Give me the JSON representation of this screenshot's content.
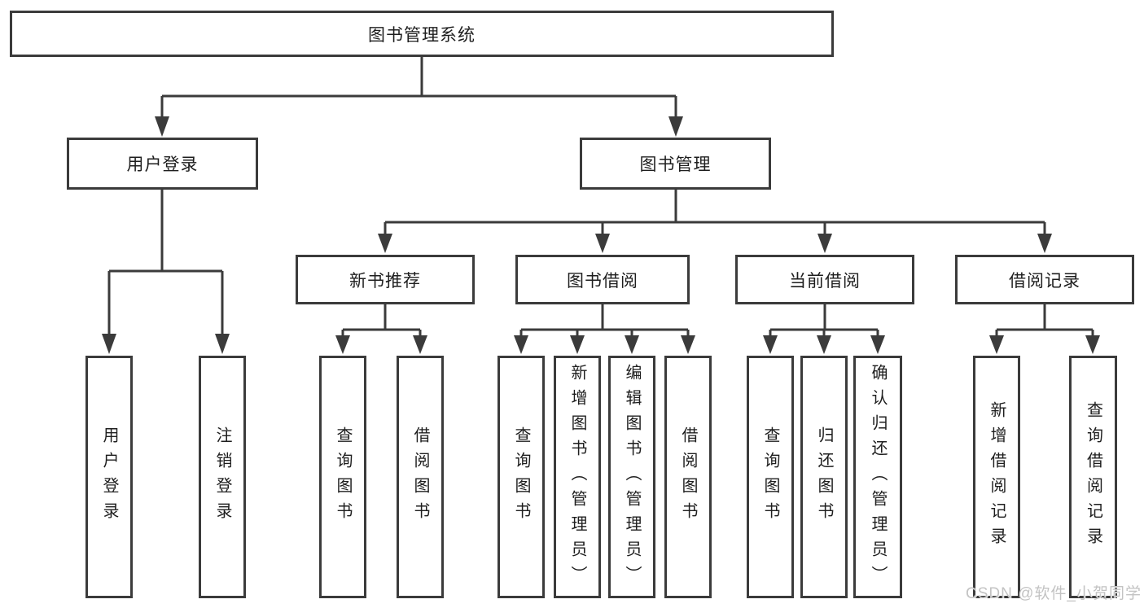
{
  "colors": {
    "line": "#3b3b3b",
    "text": "#1e1e1e",
    "box_background": "#ffffff",
    "watermark_text": "#c3c3c3"
  },
  "watermark": "CSDN @软件_小贺同学",
  "tree": {
    "root": {
      "label": "图书管理系统"
    },
    "user_login": {
      "label": "用户登录",
      "children": {
        "login": {
          "label": "用户登录"
        },
        "logout": {
          "label": "注销登录"
        }
      }
    },
    "book_mgmt": {
      "label": "图书管理",
      "children": {
        "new_books": {
          "label": "新书推荐",
          "children": {
            "query_books": {
              "label": "查询图书"
            },
            "borrow_books": {
              "label": "借阅图书"
            }
          }
        },
        "book_borrow": {
          "label": "图书借阅",
          "children": {
            "query_books": {
              "label": "查询图书"
            },
            "add_books": {
              "label": "新增图书（管理员）"
            },
            "edit_books": {
              "label": "编辑图书（管理员）"
            },
            "borrow_books": {
              "label": "借阅图书"
            }
          }
        },
        "current_borrow": {
          "label": "当前借阅",
          "children": {
            "query_books": {
              "label": "查询图书"
            },
            "return_books": {
              "label": "归还图书"
            },
            "confirm_return": {
              "label": "确认归还（管理员）"
            }
          }
        },
        "borrow_records": {
          "label": "借阅记录",
          "children": {
            "add_record": {
              "label": "新增借阅记录"
            },
            "query_record": {
              "label": "查询借阅记录"
            }
          }
        }
      }
    }
  }
}
